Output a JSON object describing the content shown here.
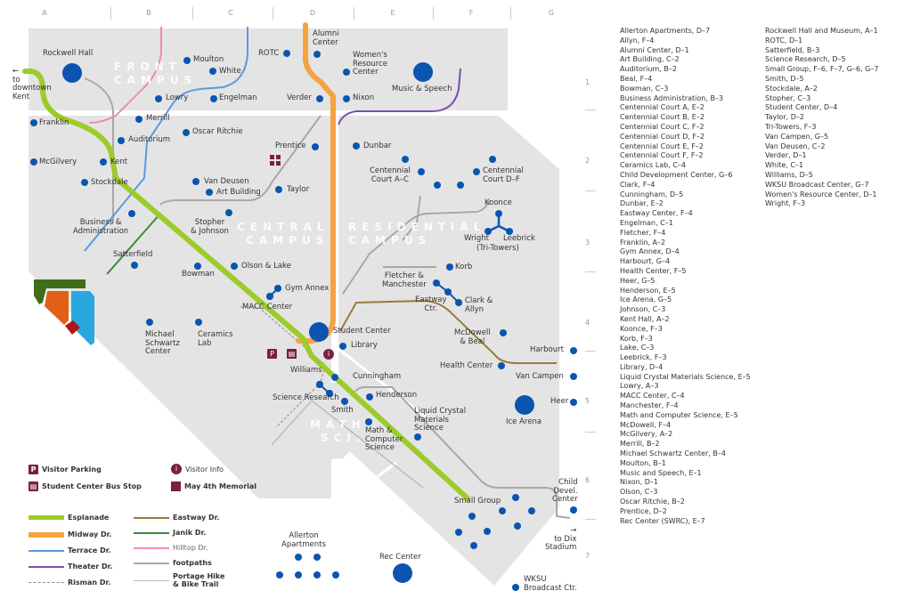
{
  "grid": {
    "columns": [
      "A",
      "B",
      "C",
      "D",
      "E",
      "F",
      "G"
    ],
    "rows": [
      "1",
      "2",
      "3",
      "4",
      "5",
      "6",
      "7"
    ]
  },
  "zones": {
    "front_campus": [
      "FRONT",
      "CAMPUS"
    ],
    "central_campus": [
      "CENTRAL",
      "CAMPUS"
    ],
    "residential_campus": [
      "RESIDENTIAL",
      "CAMPUS"
    ],
    "math_sci": [
      "MATH",
      "SCI."
    ]
  },
  "colors": {
    "campus_fill": "#e4e4e4",
    "building_dot": "#0b55b0",
    "esplanade": "#9dcb2a",
    "midway": "#f7a23f",
    "terrace": "#5b9ae0",
    "theater": "#7a4fb0",
    "eastway": "#9a7a3f",
    "janik": "#3e8a3e",
    "hilltop": "#f08ab4",
    "footpaths": "#a8a8a8",
    "icon_maroon": "#7b1f45"
  },
  "directions": {
    "downtown": [
      "←",
      "to",
      "downtown",
      "Kent"
    ],
    "dix": [
      "→",
      "to Dix",
      "Stadium"
    ]
  },
  "buildings": {
    "rockwell": "Rockwell Hall",
    "moulton": "Moulton",
    "white": "White",
    "rotc": "ROTC",
    "alumni": [
      "Alumni",
      "Center"
    ],
    "womens": [
      "Women's",
      "Resource",
      "Center"
    ],
    "music": "Music & Speech",
    "lowry": "Lowry",
    "engelman": "Engelman",
    "verder": "Verder",
    "nixon": "Nixon",
    "franklin": "Franklin",
    "merrill": "Merrill",
    "oscar": "Oscar Ritchie",
    "auditorium": "Auditorium",
    "prentice": "Prentice",
    "dunbar": "Dunbar",
    "mcgilvery": "McGilvery",
    "kent": "Kent",
    "ccac": [
      "Centennial",
      "Court A–C"
    ],
    "ccdf": [
      "Centennial",
      "Court D–F"
    ],
    "stockdale": "Stockdale",
    "vandeusen": "Van Deusen",
    "artbuilding": "Art Building",
    "taylor": "Taylor",
    "koonce": "Koonce",
    "business": [
      "Business &",
      "Administration"
    ],
    "stopher": [
      "Stopher",
      "& Johnson"
    ],
    "wright": "Wright",
    "leebrick": "Leebrick",
    "tritowers": "(Tri-Towers)",
    "satterfield": "Satterfield",
    "bowman": "Bowman",
    "olson": "Olson & Lake",
    "korb": "Korb",
    "fletcher": [
      "Fletcher &",
      "Manchester"
    ],
    "gym": "Gym Annex",
    "macc": "MACC Center",
    "eastway": [
      "Eastway",
      "Ctr."
    ],
    "clark": [
      "Clark &",
      "Allyn"
    ],
    "schwartz": [
      "Michael",
      "Schwartz",
      "Center"
    ],
    "ceramics": [
      "Ceramics",
      "Lab"
    ],
    "studentcenter": "Student Center",
    "library": "Library",
    "mcdowell": [
      "McDowell",
      "& Beal"
    ],
    "harbourt": "Harbourt",
    "williams": "Williams",
    "cunningham": "Cunningham",
    "health": "Health Center",
    "vancampen": "Van Campen",
    "science": "Science Research",
    "smith": "Smith",
    "henderson": "Henderson",
    "lcms": [
      "Liquid Crystal",
      "Materials",
      "Science"
    ],
    "icearena": "Ice Arena",
    "heer": "Heer",
    "mathcs": [
      "Math &",
      "Computer",
      "Science"
    ],
    "child": [
      "Child",
      "Devel.",
      "Center"
    ],
    "smallgroup": "Small Group",
    "allerton": [
      "Allerton",
      "Apartments"
    ],
    "rec": "Rec Center",
    "wksu": [
      "WKSU",
      "Broadcast Ctr."
    ]
  },
  "legend": {
    "icons": [
      {
        "icon": "P",
        "label": "Visitor Parking"
      },
      {
        "icon": "bus",
        "label": "Student Center Bus Stop"
      },
      {
        "icon": "i",
        "label": "Visitor Info"
      },
      {
        "icon": "memorial",
        "label": "May 4th Memorial"
      }
    ],
    "roads_left": [
      "Esplanade",
      "Midway Dr.",
      "Terrace Dr.",
      "Theater Dr.",
      "Risman Dr."
    ],
    "roads_right": [
      "Eastway Dr.",
      "Janik Dr.",
      "Hilltop Dr.",
      "footpaths",
      "Portage Hike",
      "& Bike Trail"
    ]
  },
  "index": {
    "col1": [
      "Allerton Apartments, D–7",
      "Allyn, F–4",
      "Alumni Center, D–1",
      "Art Building, C–2",
      "Auditorium, B–2",
      "Beal, F–4",
      "Bowman, C–3",
      "Business Administration, B–3",
      "Centennial Court A, E–2",
      "Centennial Court B, E–2",
      "Centennial Court C, F–2",
      "Centennial Court D, F–2",
      "Centennial Court E, F–2",
      "Centennial Court F, F–2",
      "Ceramics Lab, C–4",
      "Child Development Center, G–6",
      "Clark, F–4",
      "Cunningham, D–5",
      "Dunbar, E–2",
      "Eastway Center, F–4",
      "Engelman, C–1",
      "Fletcher, F–4",
      "Franklin, A–2",
      "Gym Annex, D–4",
      "Harbourt, G–4",
      "Health Center, F–5",
      "Heer, G–5",
      "Henderson, E–5",
      "Ice Arena, G–5",
      "Johnson, C–3",
      "Kent Hall, A–2",
      "Koonce, F–3",
      "Korb, F–3",
      "Lake, C–3",
      "Leebrick, F–3",
      "Library, D–4",
      "Liquid Crystal Materials Science, E–5",
      "Lowry, A–3",
      "MACC Center, C–4",
      "Manchester, F–4",
      "Math and Computer Science, E–5",
      "McDowell, F–4",
      "McGilvery, A–2",
      "Merrill, B–2",
      "Michael Schwartz Center, B–4",
      "Moulton, B–1",
      "Music and Speech, E–1",
      "Nixon, D–1",
      "Olson, C–3",
      "Oscar Ritchie, B–2",
      "Prentice, D–2",
      "Rec Center (SWRC), E–7"
    ],
    "col2": [
      "Rockwell Hall and Museum, A–1",
      "ROTC, D–1",
      "Satterfield, B–3",
      "Science Research, D–5",
      "Small Group, F–6, F–7, G–6, G–7",
      "Smith, D–5",
      "Stockdale, A–2",
      "Stopher, C–3",
      "Student Center, D–4",
      "Taylor, D–2",
      "Tri-Towers, F–3",
      "Van Campen, G–5",
      "Van Deusen, C–2",
      "Verder, D–1",
      "White, C–1",
      "Williams, D–5",
      "WKSU Broadcast Center, G–7",
      "Women's Resource Center, D–1",
      "Wright, F–3"
    ]
  }
}
